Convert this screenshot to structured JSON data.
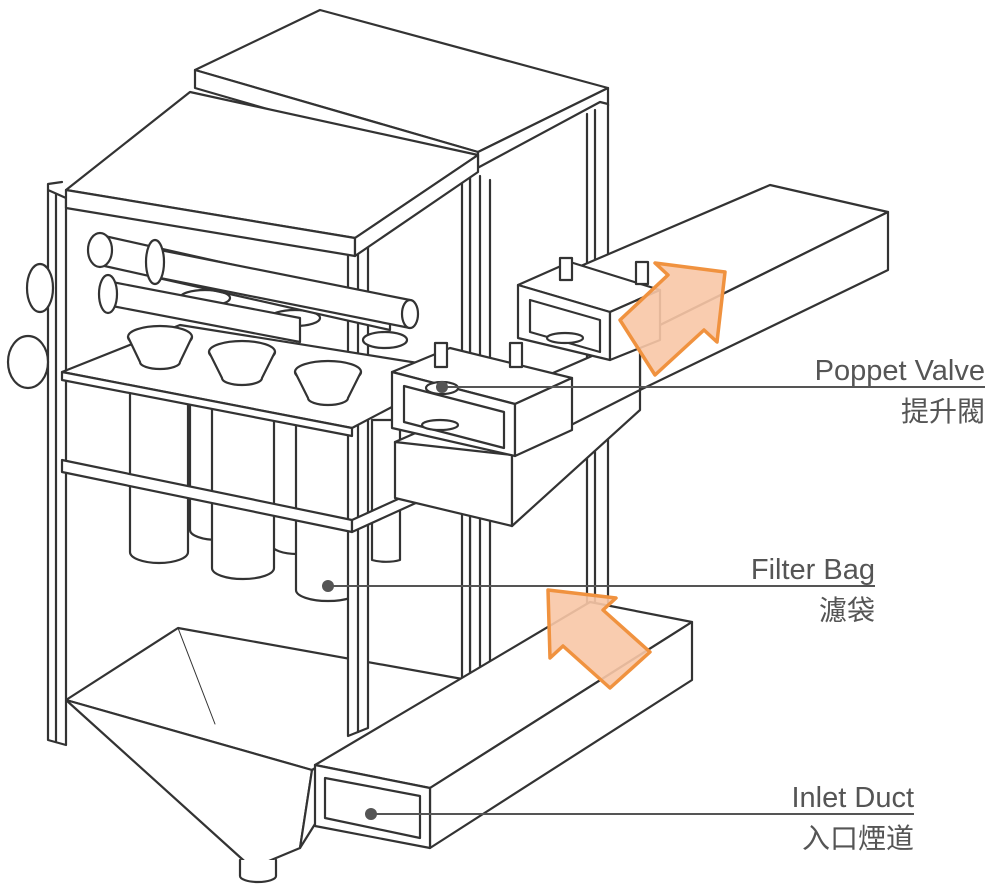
{
  "labels": {
    "poppet": {
      "en": "Poppet Valve",
      "zh": "提升閥"
    },
    "filter": {
      "en": "Filter Bag",
      "zh": "濾袋"
    },
    "inlet": {
      "en": "Inlet Duct",
      "zh": "入口煙道"
    }
  },
  "colors": {
    "line": "#333333",
    "leader": "#555555",
    "arrow_fill": "#f8c7a6",
    "arrow_stroke": "#f0923f",
    "label_text": "#555555"
  }
}
